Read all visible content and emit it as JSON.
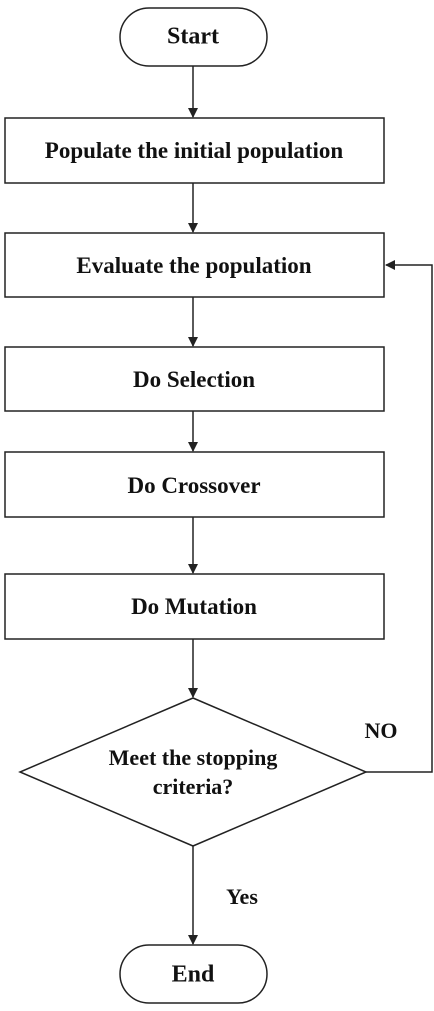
{
  "flowchart": {
    "start": "Start",
    "populate": "Populate the initial population",
    "evaluate": "Evaluate the population",
    "selection": "Do Selection",
    "crossover": "Do Crossover",
    "mutation": "Do Mutation",
    "decision_line1": "Meet the stopping",
    "decision_line2": "criteria?",
    "no_label": "NO",
    "yes_label": "Yes",
    "end": "End"
  },
  "colors": {
    "stroke": "#222222",
    "text": "#111111",
    "background": "#ffffff"
  }
}
